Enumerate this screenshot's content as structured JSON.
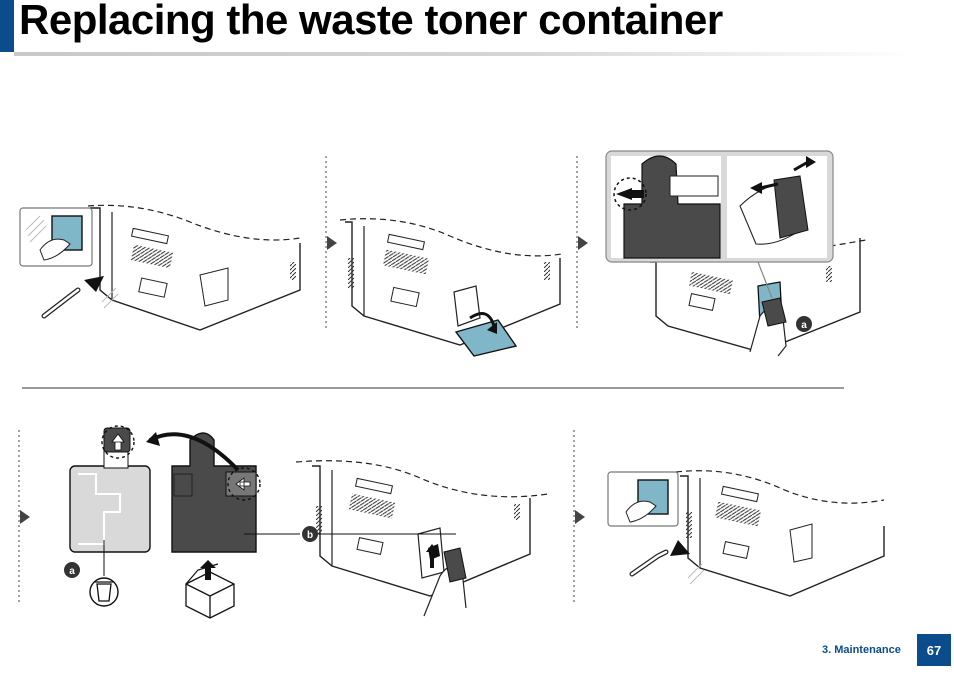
{
  "page": {
    "title": "Replacing the waste toner container",
    "section": "3. Maintenance",
    "number": "67"
  },
  "callouts": {
    "a": "a",
    "b": "b"
  },
  "colors": {
    "brand_blue": "#0b4c8c",
    "panel_dark": "#4a4a4a",
    "toner_blue": "#7fb6c8",
    "inset_bg": "#d9d9d9"
  },
  "icons": [
    "up-arrow-icon",
    "recycle-bin-icon",
    "box-icon",
    "curved-arrow-icon",
    "step-arrow-icon"
  ]
}
